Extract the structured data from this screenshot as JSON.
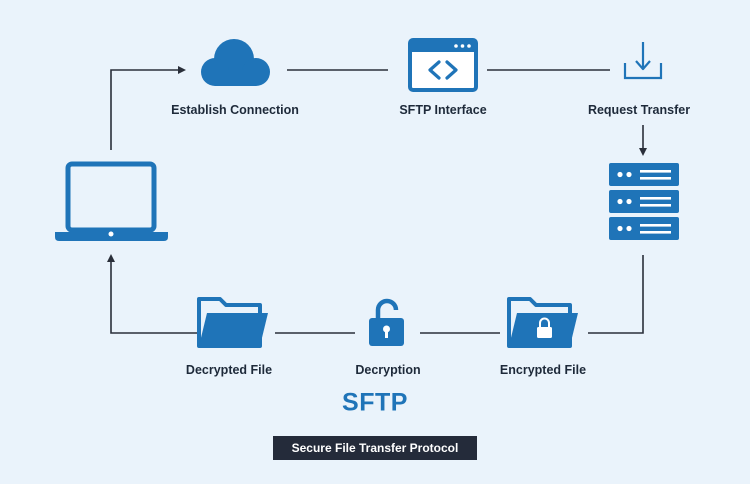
{
  "labels": {
    "establish_connection": "Establish Connection",
    "sftp_interface": "SFTP Interface",
    "request_transfer": "Request Transfer",
    "decrypted_file": "Decrypted File",
    "decryption": "Decryption",
    "encrypted_file": "Encrypted File"
  },
  "title": "SFTP",
  "subtitle": "Secure File Transfer Protocol",
  "colors": {
    "background": "#eaf3fb",
    "icon_blue": "#1f74b8",
    "line_dark": "#2a2f3a",
    "label_text": "#1e2a3a",
    "subtitle_bg": "#242b3a"
  },
  "icons": [
    "laptop-icon",
    "cloud-icon",
    "browser-code-icon",
    "download-tray-icon",
    "server-icon",
    "folder-icon",
    "lock-icon",
    "folder-lock-icon"
  ]
}
